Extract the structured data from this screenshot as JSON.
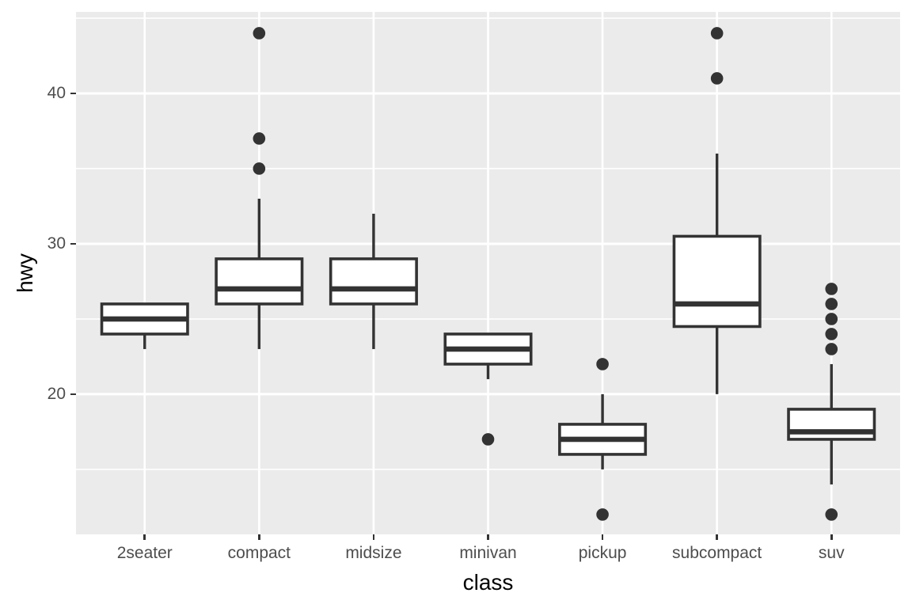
{
  "chart_data": {
    "type": "boxplot",
    "title": "",
    "xlabel": "class",
    "ylabel": "hwy",
    "categories": [
      "2seater",
      "compact",
      "midsize",
      "minivan",
      "pickup",
      "subcompact",
      "suv"
    ],
    "series": [
      {
        "category": "2seater",
        "lower_whisker": 23,
        "q1": 24,
        "median": 25,
        "q3": 26,
        "upper_whisker": 26,
        "outliers": []
      },
      {
        "category": "compact",
        "lower_whisker": 23,
        "q1": 26,
        "median": 27,
        "q3": 29,
        "upper_whisker": 33,
        "outliers": [
          35,
          37,
          44
        ]
      },
      {
        "category": "midsize",
        "lower_whisker": 23,
        "q1": 26,
        "median": 27,
        "q3": 29,
        "upper_whisker": 32,
        "outliers": []
      },
      {
        "category": "minivan",
        "lower_whisker": 21,
        "q1": 22,
        "median": 23,
        "q3": 24,
        "upper_whisker": 24,
        "outliers": [
          17
        ]
      },
      {
        "category": "pickup",
        "lower_whisker": 15,
        "q1": 16,
        "median": 17,
        "q3": 18,
        "upper_whisker": 20,
        "outliers": [
          12,
          22
        ]
      },
      {
        "category": "subcompact",
        "lower_whisker": 20,
        "q1": 24.5,
        "median": 26,
        "q3": 30.5,
        "upper_whisker": 36,
        "outliers": [
          41,
          44
        ]
      },
      {
        "category": "suv",
        "lower_whisker": 14,
        "q1": 17,
        "median": 17.5,
        "q3": 19,
        "upper_whisker": 22,
        "outliers": [
          12,
          23,
          24,
          25,
          26,
          27
        ]
      }
    ],
    "y_ticks": [
      20,
      30,
      40
    ],
    "y_minor_gridlines": [
      15,
      25,
      35,
      45
    ],
    "ylim": [
      10.68,
      45.42
    ],
    "grid": true,
    "legend": false
  },
  "style": {
    "panel_bg": "#EBEBEB",
    "grid_color": "#FFFFFF",
    "box_stroke": "#333333",
    "box_fill": "#FFFFFF",
    "outlier_color": "#333333",
    "tick_mark_color": "#333333",
    "tick_label_color": "#4D4D4D",
    "axis_title_color": "#000000"
  }
}
